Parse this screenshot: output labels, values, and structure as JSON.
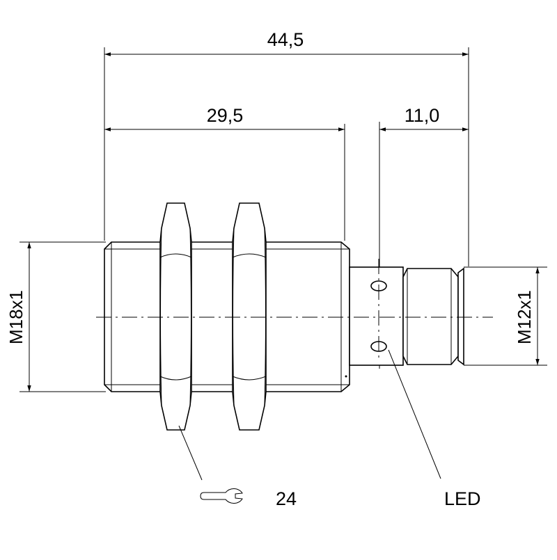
{
  "dimensions": {
    "overall_length": "44,5",
    "thread_length": "29,5",
    "connector_length": "11,0",
    "main_thread": "M18x1",
    "connector_thread": "M12x1"
  },
  "callouts": {
    "wrench_size": "24",
    "led_label": "LED"
  },
  "icons": {
    "wrench": "open-end-wrench-icon"
  }
}
